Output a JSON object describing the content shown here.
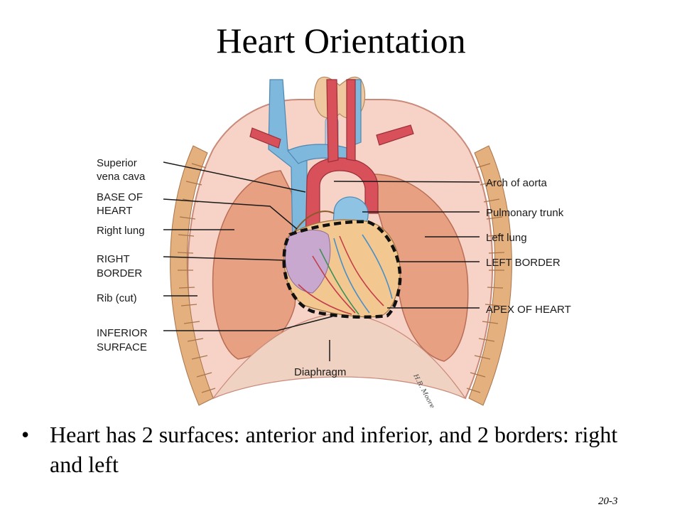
{
  "title": "Heart Orientation",
  "labels": {
    "superior_vena_cava": [
      "Superior",
      "vena cava"
    ],
    "base_of_heart": [
      "BASE OF",
      "HEART"
    ],
    "right_lung": "Right lung",
    "right_border": [
      "RIGHT",
      "BORDER"
    ],
    "rib_cut": "Rib (cut)",
    "inferior_surface": [
      "INFERIOR",
      "SURFACE"
    ],
    "diaphragm": "Diaphragm",
    "arch_of_aorta": "Arch of aorta",
    "pulmonary_trunk": "Pulmonary trunk",
    "left_lung": "Left lung",
    "left_border": "LEFT BORDER",
    "apex_of_heart": "APEX OF HEART"
  },
  "signature": "H.R. Moore",
  "bullet": {
    "symbol": "•",
    "text": "Heart has 2 surfaces: anterior and inferior, and 2 borders: right and left"
  },
  "slide_number": "20-3",
  "colors": {
    "lung": "#e8a082",
    "pleura": "#f4c6b8",
    "rib": "#e4b07e",
    "vein": "#7fb8dd",
    "artery": "#d8505a",
    "heart": "#f2c890",
    "thyroid": "#f0c8a0",
    "outline": "#1a1a1a"
  }
}
